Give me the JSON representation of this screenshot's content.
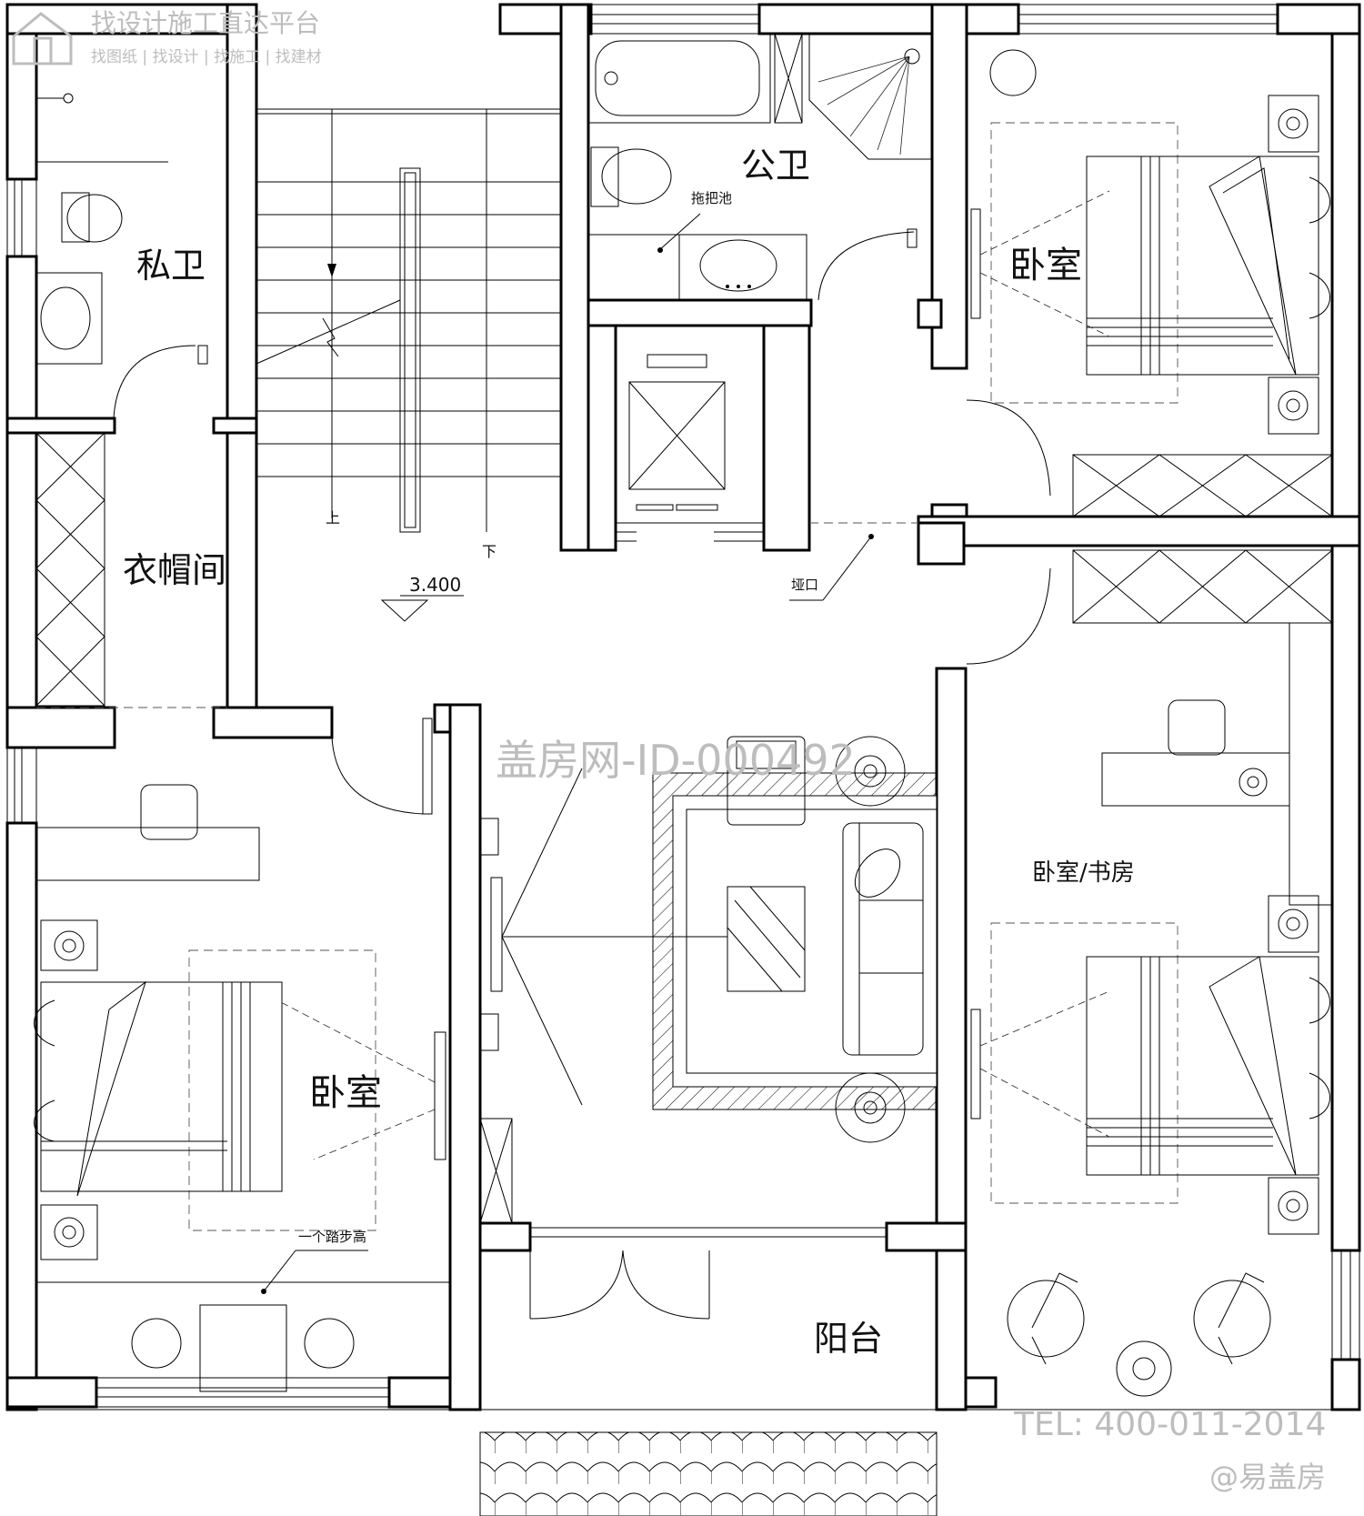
{
  "watermark": {
    "platform_title": "找设计施工直达平台",
    "platform_links": "找图纸 | 找设计 | 找施工 | 找建材",
    "center_id": "盖房网-ID-000492",
    "tel": "TEL: 400-011-2014",
    "brand": "@易盖房"
  },
  "rooms": {
    "private_bath": "私卫",
    "public_bath": "公卫",
    "mop_sink": "拖把池",
    "cloakroom": "衣帽间",
    "bedroom_ne": "卧室",
    "bedroom_sw": "卧室",
    "bedroom_study": "卧室/书房",
    "balcony": "阳台"
  },
  "annotations": {
    "up": "上",
    "down": "下",
    "elevation": "3.400",
    "threshold": "垭口",
    "step_note": "一个踏步高"
  }
}
